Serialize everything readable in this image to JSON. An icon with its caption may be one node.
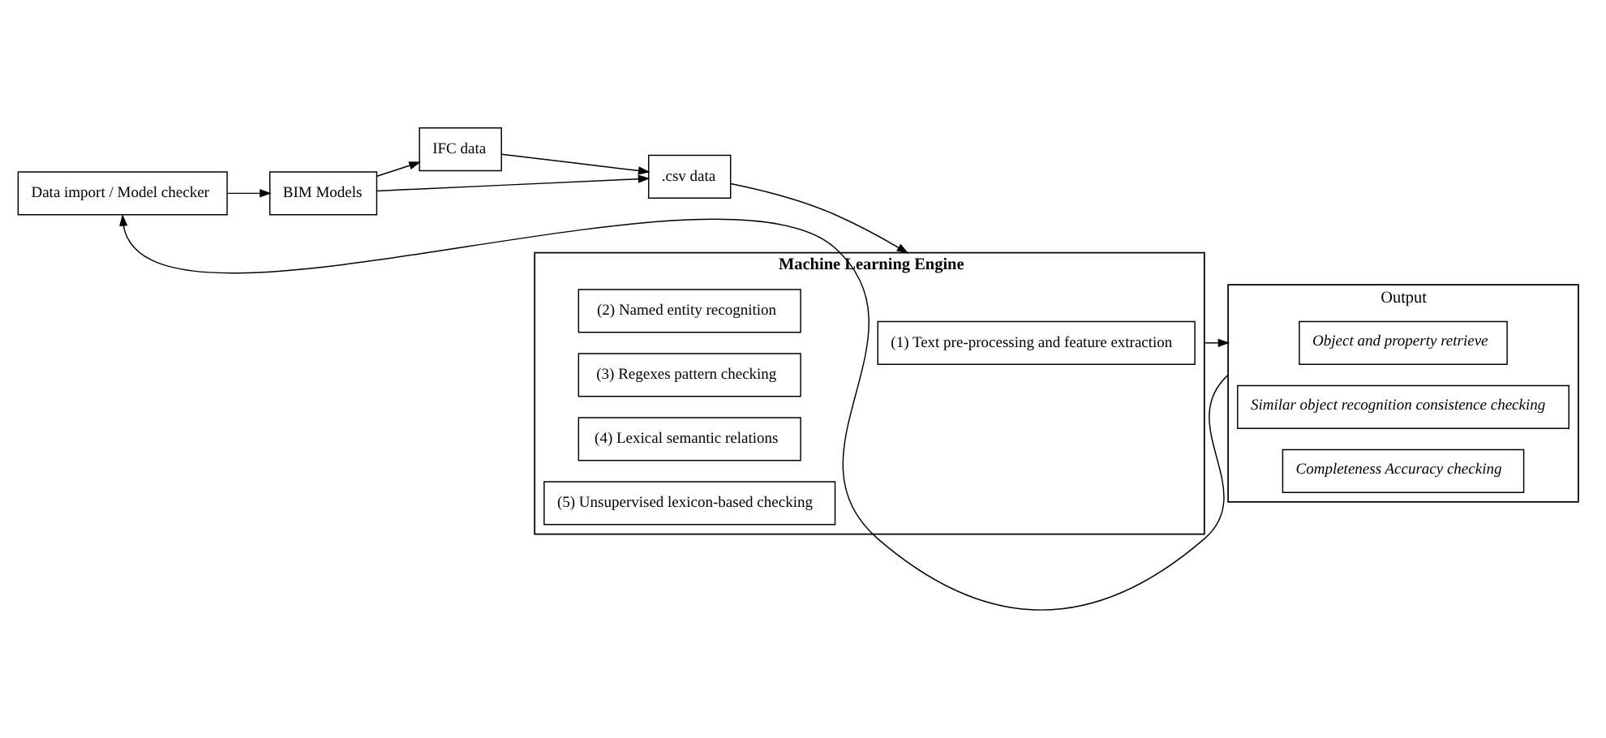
{
  "diagram": {
    "nodes": [
      {
        "text": [
          "Data import / Model checker"
        ]
      },
      {
        "text": [
          "BIM Models"
        ]
      },
      {
        "text": [
          "IFC data"
        ]
      },
      {
        "text": [
          ".csv data"
        ]
      },
      {
        "text": [
          "Machine Learning Engine"
        ]
      },
      {
        "text": [
          "(2) Named entity recognition"
        ],
        "in": 4
      },
      {
        "text": [
          "(3) Regexes pattern checking"
        ],
        "in": 4
      },
      {
        "text": [
          "(4) Lexical semantic relations"
        ],
        "in": 4
      },
      {
        "text": [
          "(1) Text pre-processing and feature extraction"
        ],
        "in": 4
      },
      {
        "text": [
          "(5) Unsupervised lexicon-based checking"
        ],
        "in": 4
      },
      {
        "text": [
          "Output"
        ]
      },
      {
        "text": [
          "Object and property retrieve"
        ],
        "in": 10
      },
      {
        "text": [
          "Similar object recognition consistence checking"
        ],
        "in": 10
      },
      {
        "text": [
          "Completeness Accuracy checking"
        ],
        "in": 10
      }
    ],
    "edges": [
      {
        "from": 0,
        "to": 1,
        "arrow": "to"
      },
      {
        "from": 1,
        "to": 2,
        "arrow": "to"
      },
      {
        "from": 2,
        "to": 3,
        "arrow": "to"
      },
      {
        "from": 1,
        "to": 3,
        "arrow": "to"
      },
      {
        "from": 3,
        "to": 4,
        "arrow": "to"
      },
      {
        "from": 4,
        "to": 10,
        "arrow": "to"
      },
      {
        "from": 10,
        "to": 0,
        "arrow": "to"
      }
    ]
  }
}
